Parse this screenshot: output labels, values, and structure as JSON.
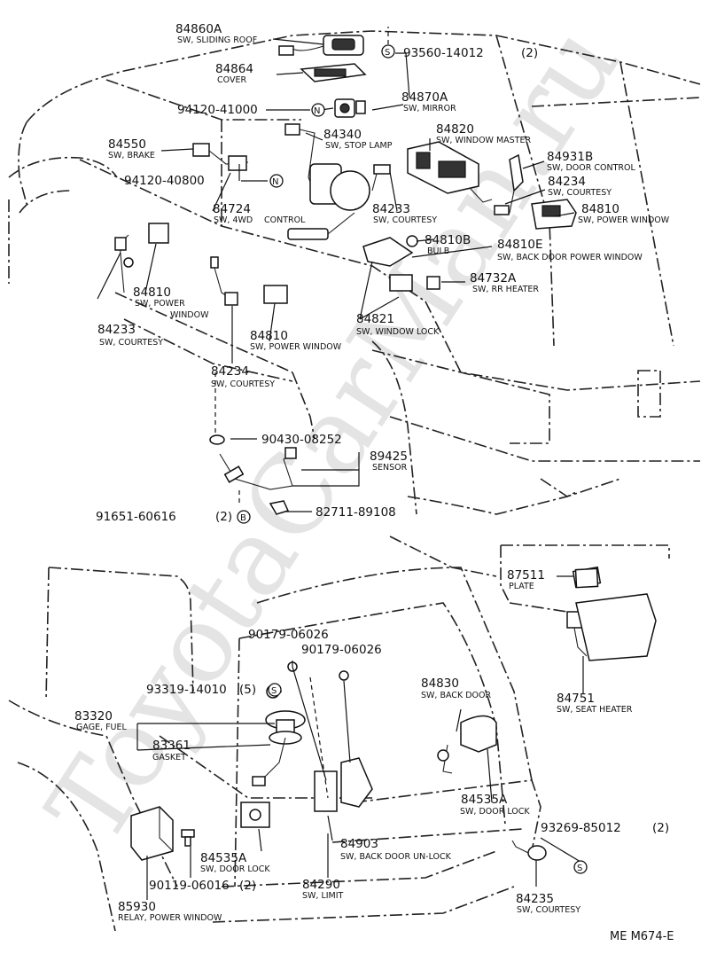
{
  "watermark": "ToyotaCarMan.ru",
  "diagram_code": "ME M674-E",
  "parts": [
    {
      "pn": "84860A",
      "desc": "SW, SLIDING ROOF"
    },
    {
      "pn": "84864",
      "desc": "COVER"
    },
    {
      "pn": "93560-14012",
      "qty": "(2)",
      "mark": "S"
    },
    {
      "pn": "94120-41000",
      "mark": "N"
    },
    {
      "pn": "84870A",
      "desc": "SW, MIRROR"
    },
    {
      "pn": "84820",
      "desc": "SW, WINDOW MASTER"
    },
    {
      "pn": "84340",
      "desc": "SW, STOP LAMP"
    },
    {
      "pn": "84550",
      "desc": "SW, BRAKE"
    },
    {
      "pn": "84931B",
      "desc": "SW, DOOR CONTROL"
    },
    {
      "pn": "94120-40800",
      "mark": "N"
    },
    {
      "pn": "84234",
      "desc": "SW, COURTESY"
    },
    {
      "pn": "84810",
      "desc": "SW, POWER WINDOW"
    },
    {
      "pn": "84724",
      "desc": "SW, 4WD",
      "desc2": "CONTROL"
    },
    {
      "pn": "84233",
      "desc": "SW, COURTESY"
    },
    {
      "pn": "84810B",
      "desc": "BULB"
    },
    {
      "pn": "84810E",
      "desc": "SW, BACK DOOR POWER WINDOW"
    },
    {
      "pn": "84732A",
      "desc": "SW, RR HEATER"
    },
    {
      "pn": "84810",
      "desc": "SW, POWER",
      "desc2": "WINDOW"
    },
    {
      "pn": "84821",
      "desc": "SW, WINDOW LOCK"
    },
    {
      "pn": "84233",
      "desc": "SW, COURTESY"
    },
    {
      "pn": "84810",
      "desc": "SW, POWER WINDOW"
    },
    {
      "pn": "84234",
      "desc": "SW, COURTESY"
    },
    {
      "pn": "90430-08252"
    },
    {
      "pn": "89425",
      "desc": "SENSOR"
    },
    {
      "pn": "91651-60616",
      "qty": "(2)",
      "mark": "B"
    },
    {
      "pn": "82711-89108"
    },
    {
      "pn": "87511",
      "desc": "PLATE"
    },
    {
      "pn": "90179-06026"
    },
    {
      "pn": "90179-06026"
    },
    {
      "pn": "93319-14010",
      "qty": "(5)",
      "mark": "S"
    },
    {
      "pn": "84830",
      "desc": "SW, BACK DOOR"
    },
    {
      "pn": "83320",
      "desc": "GAGE, FUEL"
    },
    {
      "pn": "83361",
      "desc": "GASKET"
    },
    {
      "pn": "84751",
      "desc": "SW, SEAT HEATER"
    },
    {
      "pn": "84535A",
      "desc": "SW, DOOR LOCK"
    },
    {
      "pn": "93269-85012",
      "qty": "(2)",
      "mark": "S"
    },
    {
      "pn": "84903",
      "desc": "SW, BACK DOOR UN-LOCK"
    },
    {
      "pn": "84535A",
      "desc": "SW, DOOR LOCK"
    },
    {
      "pn": "90119-06016",
      "qty": "(2)"
    },
    {
      "pn": "84290",
      "desc": "SW, LIMIT"
    },
    {
      "pn": "84235",
      "desc": "SW, COURTESY"
    },
    {
      "pn": "85930",
      "desc": "RELAY, POWER WINDOW"
    }
  ]
}
